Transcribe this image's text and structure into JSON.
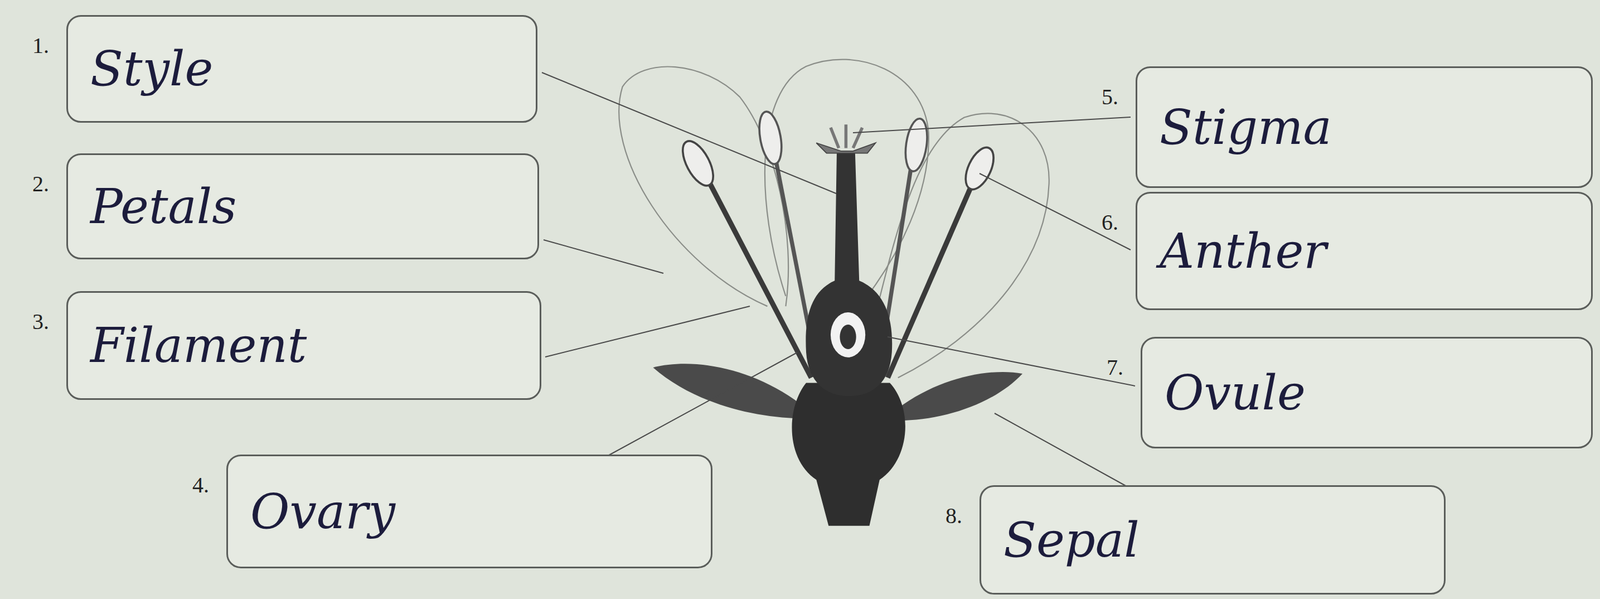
{
  "diagram": {
    "nodes": [
      {
        "text": [
          "1.",
          "Style"
        ]
      },
      {
        "text": [
          "2.",
          "Petals"
        ]
      },
      {
        "text": [
          "3.",
          "Filament"
        ]
      },
      {
        "text": [
          "4.",
          "Ovary"
        ]
      },
      {
        "text": [
          "5.",
          "Stigma"
        ]
      },
      {
        "text": [
          "6.",
          "Anther"
        ]
      },
      {
        "text": [
          "7.",
          "Ovule"
        ]
      },
      {
        "text": [
          "8.",
          "Sepal"
        ]
      }
    ]
  }
}
